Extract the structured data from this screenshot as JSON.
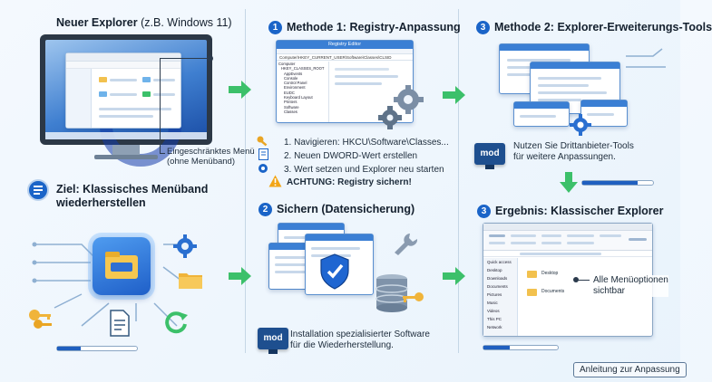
{
  "panel_old": {
    "title_bold": "Neuer Explorer",
    "title_rest": "(z.B. Windows 11)",
    "callout_line1": "Eingeschränktes Menü",
    "callout_line2": "(ohne Menüband)"
  },
  "goal": {
    "line1": "Ziel: Klassisches Menüband",
    "line2": "wiederherstellen"
  },
  "method1": {
    "number": "1",
    "title": "Methode 1: Registry-Anpassung",
    "window_title": "Registry Editor",
    "path": "Computer\\HKEY_CURRENT_USER\\Software\\Classes\\CLSID",
    "tree": [
      "Computer",
      "HKEY_CLASSES_ROOT",
      "AppEvents",
      "Console",
      "Control Panel",
      "Environment",
      "EUDC",
      "Keyboard Layout",
      "Printers",
      "Software",
      "Classes"
    ],
    "steps": [
      "1. Navigieren: HKCU\\Software\\Classes...",
      "2. Neuen DWORD-Wert erstellen",
      "3. Wert setzen und Explorer neu starten"
    ],
    "warning": "ACHTUNG: Registry sichern!"
  },
  "method2": {
    "number": "3",
    "title": "Methode 2: Explorer-Erweiterungs-Tools",
    "mod_label": "mod",
    "desc_line1": "Nutzen Sie Drittanbieter-Tools",
    "desc_line2": "für weitere Anpassungen.",
    "progress": 0.78
  },
  "backup": {
    "number": "2",
    "title": "Sichern (Datensicherung)",
    "mod_label": "mod",
    "desc_line1": "Installation spezialisierter Software",
    "desc_line2": "für die Wiederherstellung."
  },
  "result": {
    "number": "3",
    "title": "Ergebnis: Klassischer Explorer",
    "callout_line1": "Alle Menüoptionen",
    "callout_line2": "sichtbar",
    "folders": [
      "Desktop",
      "Documents"
    ],
    "nav": [
      "Quick access",
      "Desktop",
      "Downloads",
      "Documents",
      "Pictures",
      "Music",
      "Videos",
      "This PC",
      "Network"
    ]
  },
  "footer": {
    "button": "Anleitung zur Anpassung",
    "progress_left": 0.3,
    "progress_result": 0.35
  },
  "colors": {
    "accent": "#1a64c8",
    "arrow_green": "#3cc06a",
    "warning": "#f2a516"
  }
}
